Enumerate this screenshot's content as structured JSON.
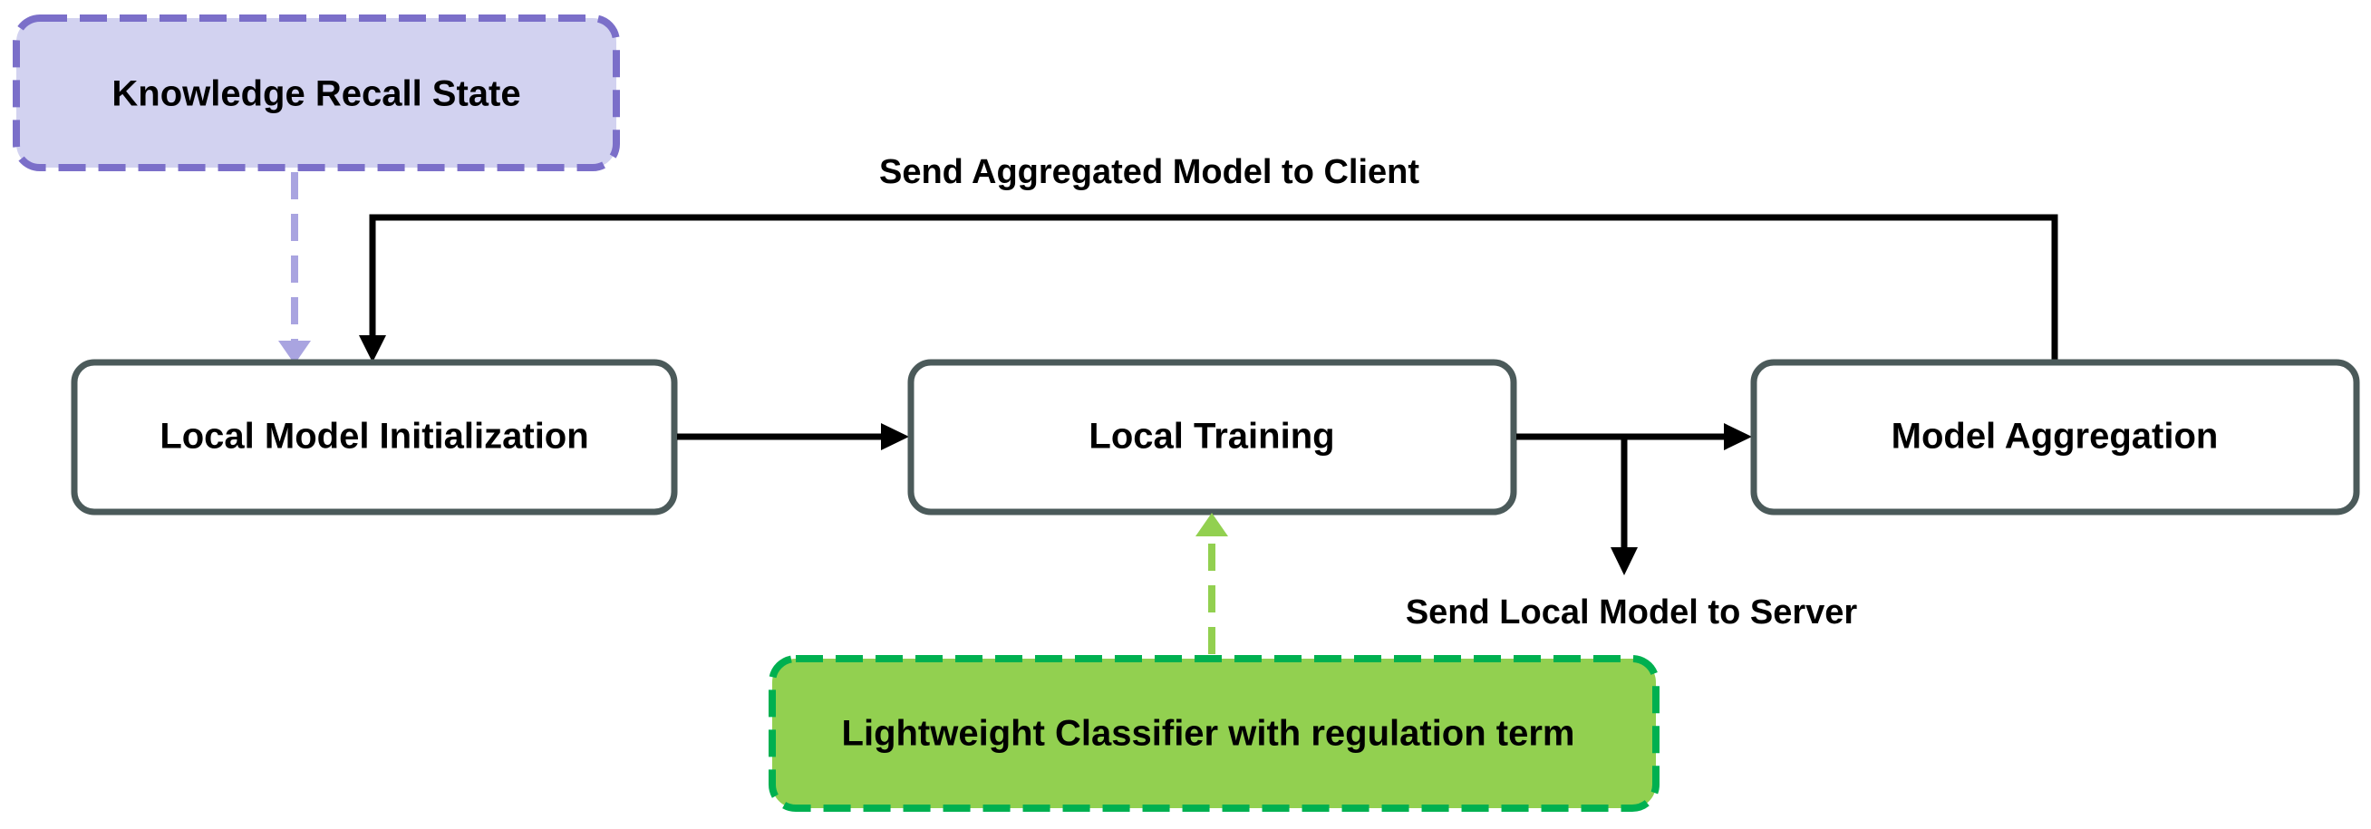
{
  "nodes": {
    "knowledge_recall": {
      "label": "Knowledge Recall State",
      "fill": "#d2d2f0",
      "stroke": "#7b6fc9"
    },
    "local_init": {
      "label": "Local Model Initialization",
      "fill": "#ffffff",
      "stroke": "#4b5a5a"
    },
    "local_training": {
      "label": "Local Training",
      "fill": "#ffffff",
      "stroke": "#4b5a5a"
    },
    "model_aggregation": {
      "label": "Model Aggregation",
      "fill": "#ffffff",
      "stroke": "#4b5a5a"
    },
    "lightweight_classifier": {
      "label": "Lightweight Classifier with regulation term",
      "fill": "#92d050",
      "stroke": "#00b050"
    }
  },
  "edge_labels": {
    "send_aggregated": "Send Aggregated Model to Client",
    "send_local": "Send Local Model to Server"
  },
  "colors": {
    "solid_arrow": "#000000",
    "recall_arrow": "#a9a4e0",
    "classifier_arrow": "#92d050"
  }
}
